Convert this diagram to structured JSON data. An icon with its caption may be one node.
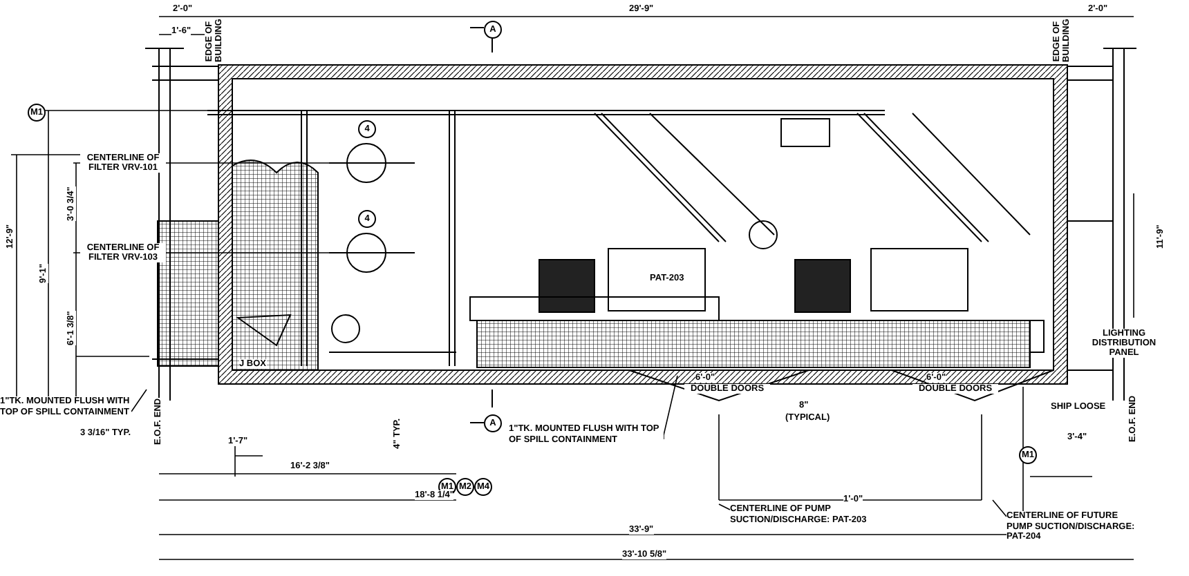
{
  "diagram": {
    "nodes": [
      {
        "text": [
          "1\"TK. MOUNTED FLUSH WITH TOP OF SPILL CONTAINMENT"
        ]
      },
      {
        "text": [
          "1\"TK. MOUNTED FLUSH WITH TOP OF SPILL CONTAINMENT"
        ]
      },
      {
        "text": [
          "CENTERLINE OF PUMP SUCTION/DISCHARGE: PAT-203"
        ]
      },
      {
        "text": [
          "CENTERLINE OF FUTURE PUMP SUCTION/DISCHARGE: PAT-204"
        ]
      }
    ],
    "edges": [
      {
        "from": 0,
        "to": null,
        "arrow": "none"
      },
      {
        "from": 1,
        "to": null,
        "arrow": "none"
      },
      {
        "from": 2,
        "to": null,
        "arrow": "none"
      },
      {
        "from": 3,
        "to": null,
        "arrow": "none"
      }
    ],
    "labels": [
      "2'-0\"",
      "29'-9\"",
      "2'-0\"",
      "1'-6\"",
      "EDGE OF BUILDING",
      "EDGE OF BUILDING",
      "A",
      "M1",
      "CENTERLINE OF FILTER VRV-101",
      "12'-9\"",
      "3'-0 3/4\"",
      "9'-1\"",
      "CENTERLINE OF FILTER VRV-103",
      "11'-9\"",
      "4",
      "4",
      "PAT-203",
      "6'-1 3/8\"",
      "J BOX",
      "LIGHTING DISTRIBUTION PANEL",
      "6'-0\"",
      "DOUBLE DOORS",
      "6'-0\"",
      "DOUBLE DOORS",
      "8\"",
      "SHIP LOOSE",
      "(TYPICAL)",
      "A",
      "4\" TYP.",
      "3 3/16\" TYP.",
      "E.O.F. END",
      "1'-7\"",
      "3'-4\"",
      "E.O.F. END",
      "M1",
      "16'-2 3/8\"",
      "M1",
      "M2",
      "M4",
      "18'-8 1/4\"",
      "1'-0\"",
      "33'-9\"",
      "33'-10 5/8\""
    ]
  }
}
